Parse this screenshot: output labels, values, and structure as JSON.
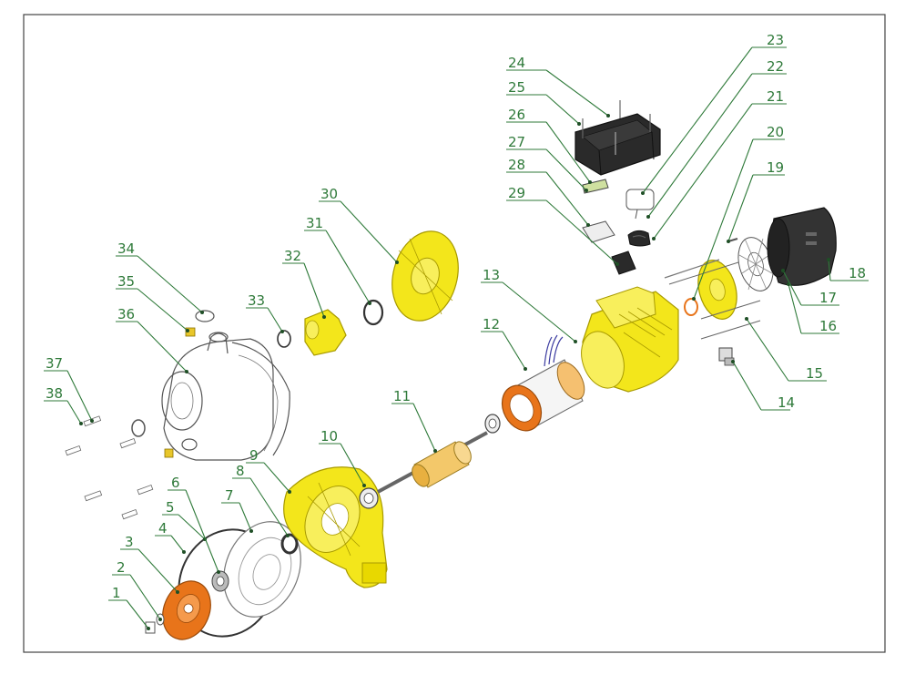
{
  "figure": {
    "type": "exploded-parts-diagram",
    "colors": {
      "border": "#444444",
      "leader_green": "#2f7a3a",
      "part_yellow": "#f3e61b",
      "part_yellow_dark": "#c8b800",
      "part_orange": "#e8741a",
      "part_black": "#2a2a2a",
      "part_outline": "#555555"
    },
    "callouts": [
      "1",
      "2",
      "3",
      "4",
      "5",
      "6",
      "7",
      "8",
      "9",
      "10",
      "11",
      "12",
      "13",
      "14",
      "15",
      "16",
      "17",
      "18",
      "19",
      "20",
      "21",
      "22",
      "23",
      "24",
      "25",
      "26",
      "27",
      "28",
      "29",
      "30",
      "31",
      "32",
      "33",
      "34",
      "35",
      "36",
      "37",
      "38"
    ]
  }
}
